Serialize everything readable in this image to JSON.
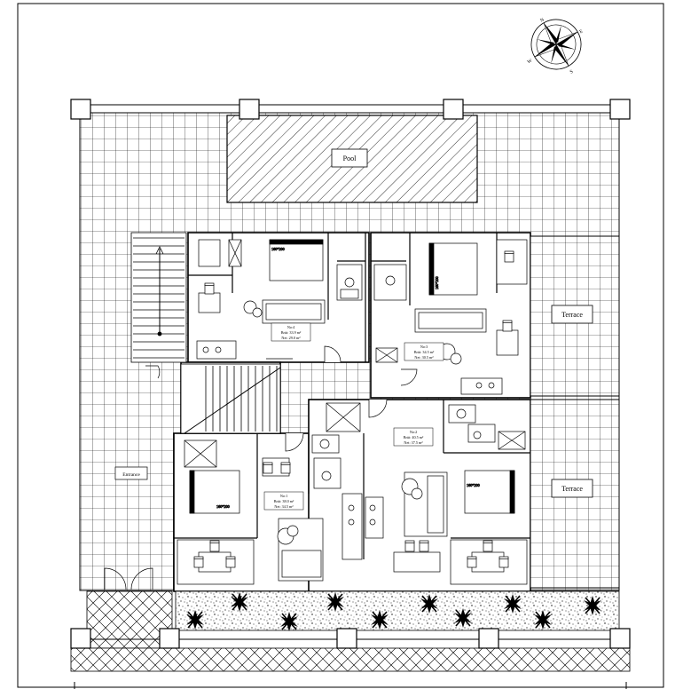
{
  "compass": {
    "north": "N",
    "east": "E",
    "south": "S",
    "west": "W"
  },
  "labels": {
    "pool": "Pool",
    "terrace_upper": "Terrace",
    "terrace_lower": "Terrace",
    "entrance": "Entrance"
  },
  "units": [
    {
      "name": "No:4",
      "gross": "Brüt: 33.9 m²",
      "net": "Net: 29.0 m²"
    },
    {
      "name": "No:3",
      "gross": "Brüt: 34.5 m²",
      "net": "Net: 30.5 m²"
    },
    {
      "name": "No:2",
      "gross": "Brüt: 40.5 m²",
      "net": "Net: 37.5 m²"
    },
    {
      "name": "No:1",
      "gross": "Brüt: 38.0 m²",
      "net": "Net: 34.5 m²"
    }
  ],
  "beds": {
    "bed_no4": "160*200",
    "bed_no3": "160*200",
    "bed_no2": "160*200",
    "bed_no1": "160*200"
  },
  "colors": {
    "line": "#000000",
    "background": "#ffffff"
  }
}
